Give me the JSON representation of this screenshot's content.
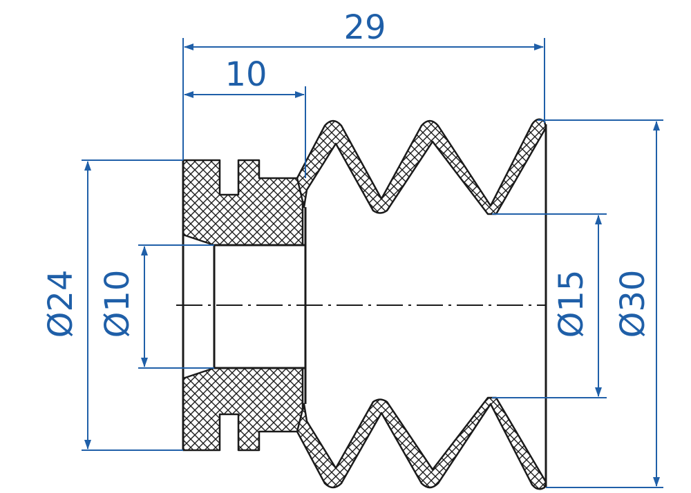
{
  "colors": {
    "dimension": "#1f5fa8",
    "outline": "#1a1a1a",
    "hatch": "#1a1a1a",
    "background": "#ffffff"
  },
  "dimensions": {
    "overall_length": "29",
    "hub_length": "10",
    "hub_outer_diameter": "Ø24",
    "bore_diameter": "Ø10",
    "groove_root_diameter": "Ø15",
    "outer_diameter": "Ø30"
  }
}
